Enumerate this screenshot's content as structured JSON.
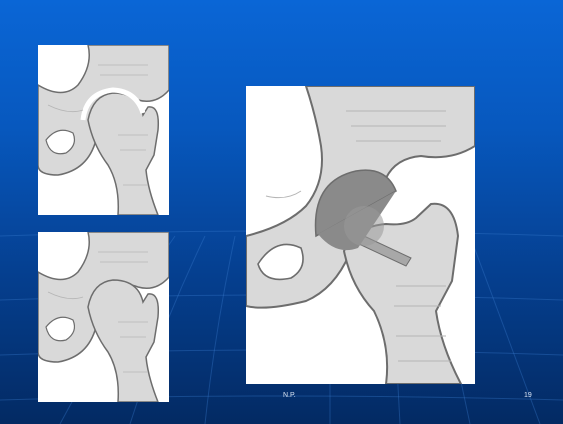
{
  "slide": {
    "footer_author": "N.P.",
    "page_number": "19"
  },
  "images": [
    {
      "name": "hip-joint-cartilage-gap",
      "description_icon": "hip-xray-illustration-icon"
    },
    {
      "name": "hip-joint-worn",
      "description_icon": "hip-xray-illustration-icon"
    },
    {
      "name": "hip-joint-replacement",
      "description_icon": "hip-prosthesis-illustration-icon"
    }
  ],
  "colors": {
    "background_top": "#0a66d6",
    "background_bottom": "#032a63",
    "bone": "#d9d9d9",
    "bone_outline": "#6d6d6d",
    "prosthesis_cup": "#8a8a8a",
    "prosthesis_stem": "#a8a8a8"
  }
}
